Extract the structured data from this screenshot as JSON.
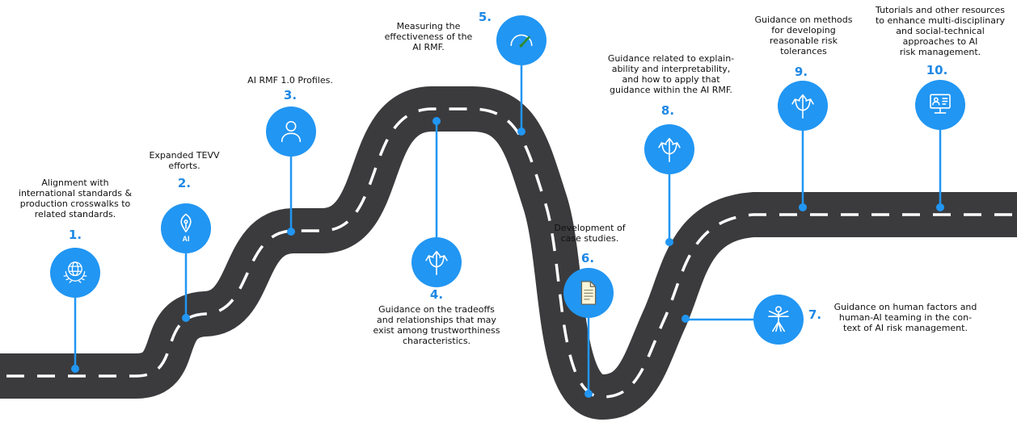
{
  "theme": {
    "road_color": "#3b3b3d",
    "dash_color": "#ffffff",
    "accent_blue": "#2196f3",
    "number_blue": "#1e88e5",
    "needle_green": "#2e8b2e",
    "doc_fill": "#fbf6d9",
    "text_color": "#111111"
  },
  "milestones": [
    {
      "number": "1.",
      "icon": "globe-laurel",
      "label": "Alignment with\ninternational standards &\nproduction crosswalks to\nrelated standards."
    },
    {
      "number": "2.",
      "icon": "pen-nib-ai",
      "label": "Expanded TEVV\nefforts."
    },
    {
      "number": "3.",
      "icon": "person",
      "label": "AI RMF 1.0 Profiles."
    },
    {
      "number": "4.",
      "icon": "branching-arrows",
      "label": "Guidance on the tradeoffs\nand relationships that may\nexist among trustworthiness\ncharacteristics."
    },
    {
      "number": "5.",
      "icon": "gauge",
      "label": "Measuring the\neffectiveness of the\nAI RMF."
    },
    {
      "number": "6.",
      "icon": "document",
      "label": "Development of\ncase studies."
    },
    {
      "number": "7.",
      "icon": "vitruvian-man",
      "label": "Guidance on human factors and\nhuman-AI teaming in the con-\ntext of AI risk management."
    },
    {
      "number": "8.",
      "icon": "branching-arrows",
      "label": "Guidance related to explain-\nability and interpretability,\nand how to apply that\nguidance within the AI RMF."
    },
    {
      "number": "9.",
      "icon": "branching-arrows",
      "label": "Guidance on methods\nfor developing\nreasonable risk\ntolerances"
    },
    {
      "number": "10.",
      "icon": "e-learning",
      "label": "Tutorials and other resources\nto enhance multi-disciplinary\nand social-technical\napproaches to AI\nrisk management."
    }
  ]
}
